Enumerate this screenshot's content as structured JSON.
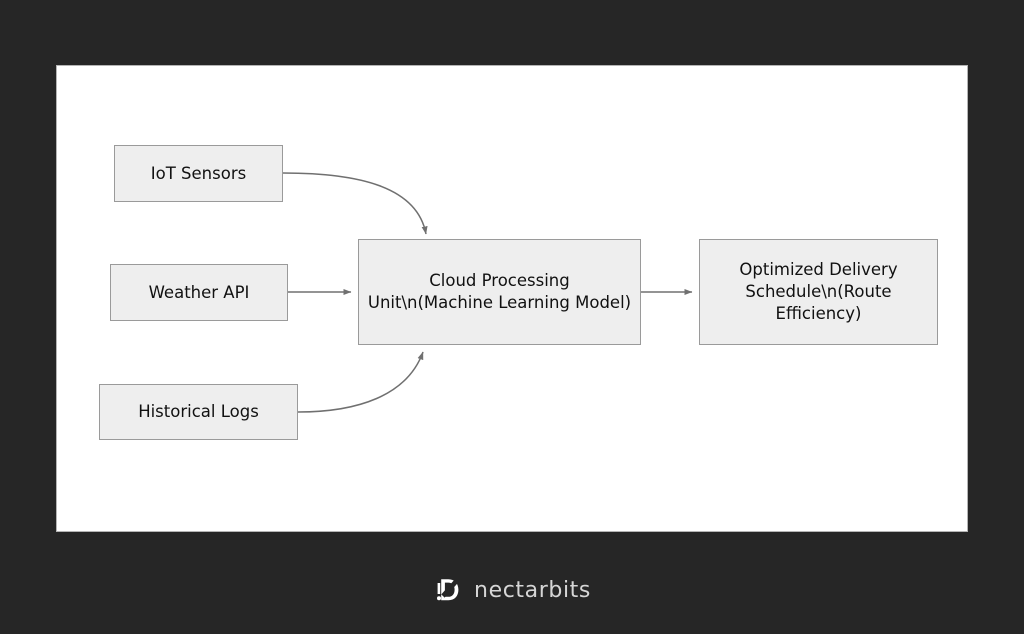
{
  "page": {
    "background_color": "#262626",
    "canvas_color": "#ffffff"
  },
  "diagram": {
    "node_fill": "#eeeeee",
    "node_border": "#9a9a9a",
    "edge_color": "#707070",
    "nodes": [
      {
        "id": "iot",
        "label": "IoT Sensors"
      },
      {
        "id": "weather",
        "label": "Weather API"
      },
      {
        "id": "logs",
        "label": "Historical Logs"
      },
      {
        "id": "cloud",
        "label": "Cloud Processing Unit\\n(Machine Learning Model)"
      },
      {
        "id": "output",
        "label": "Optimized Delivery Schedule\\n(Route Efficiency)"
      }
    ],
    "edges": [
      {
        "from": "iot",
        "to": "cloud",
        "style": "curved",
        "arrowhead": true
      },
      {
        "from": "weather",
        "to": "cloud",
        "style": "straight",
        "arrowhead": true
      },
      {
        "from": "logs",
        "to": "cloud",
        "style": "curved",
        "arrowhead": true
      },
      {
        "from": "cloud",
        "to": "output",
        "style": "straight",
        "arrowhead": true
      }
    ]
  },
  "watermark": {
    "brand": "nectarbits",
    "logo_icon": "nectarbits-monogram-icon",
    "text_color": "#d6d6d6"
  }
}
